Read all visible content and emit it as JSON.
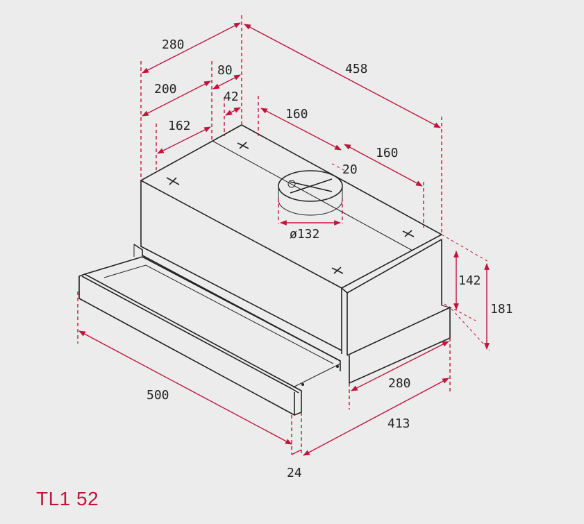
{
  "model_name": "TL1 52",
  "dimensions": {
    "d280_top": "280",
    "d80": "80",
    "d458": "458",
    "d200": "200",
    "d42": "42",
    "d160_a": "160",
    "d162": "162",
    "d160_b": "160",
    "d20": "20",
    "d132": "ø132",
    "d142": "142",
    "d181": "181",
    "d500": "500",
    "d280_bottom": "280",
    "d413": "413",
    "d24": "24"
  },
  "colors": {
    "dimension": "#c0143c",
    "outline": "#222222",
    "background": "#ececec"
  }
}
